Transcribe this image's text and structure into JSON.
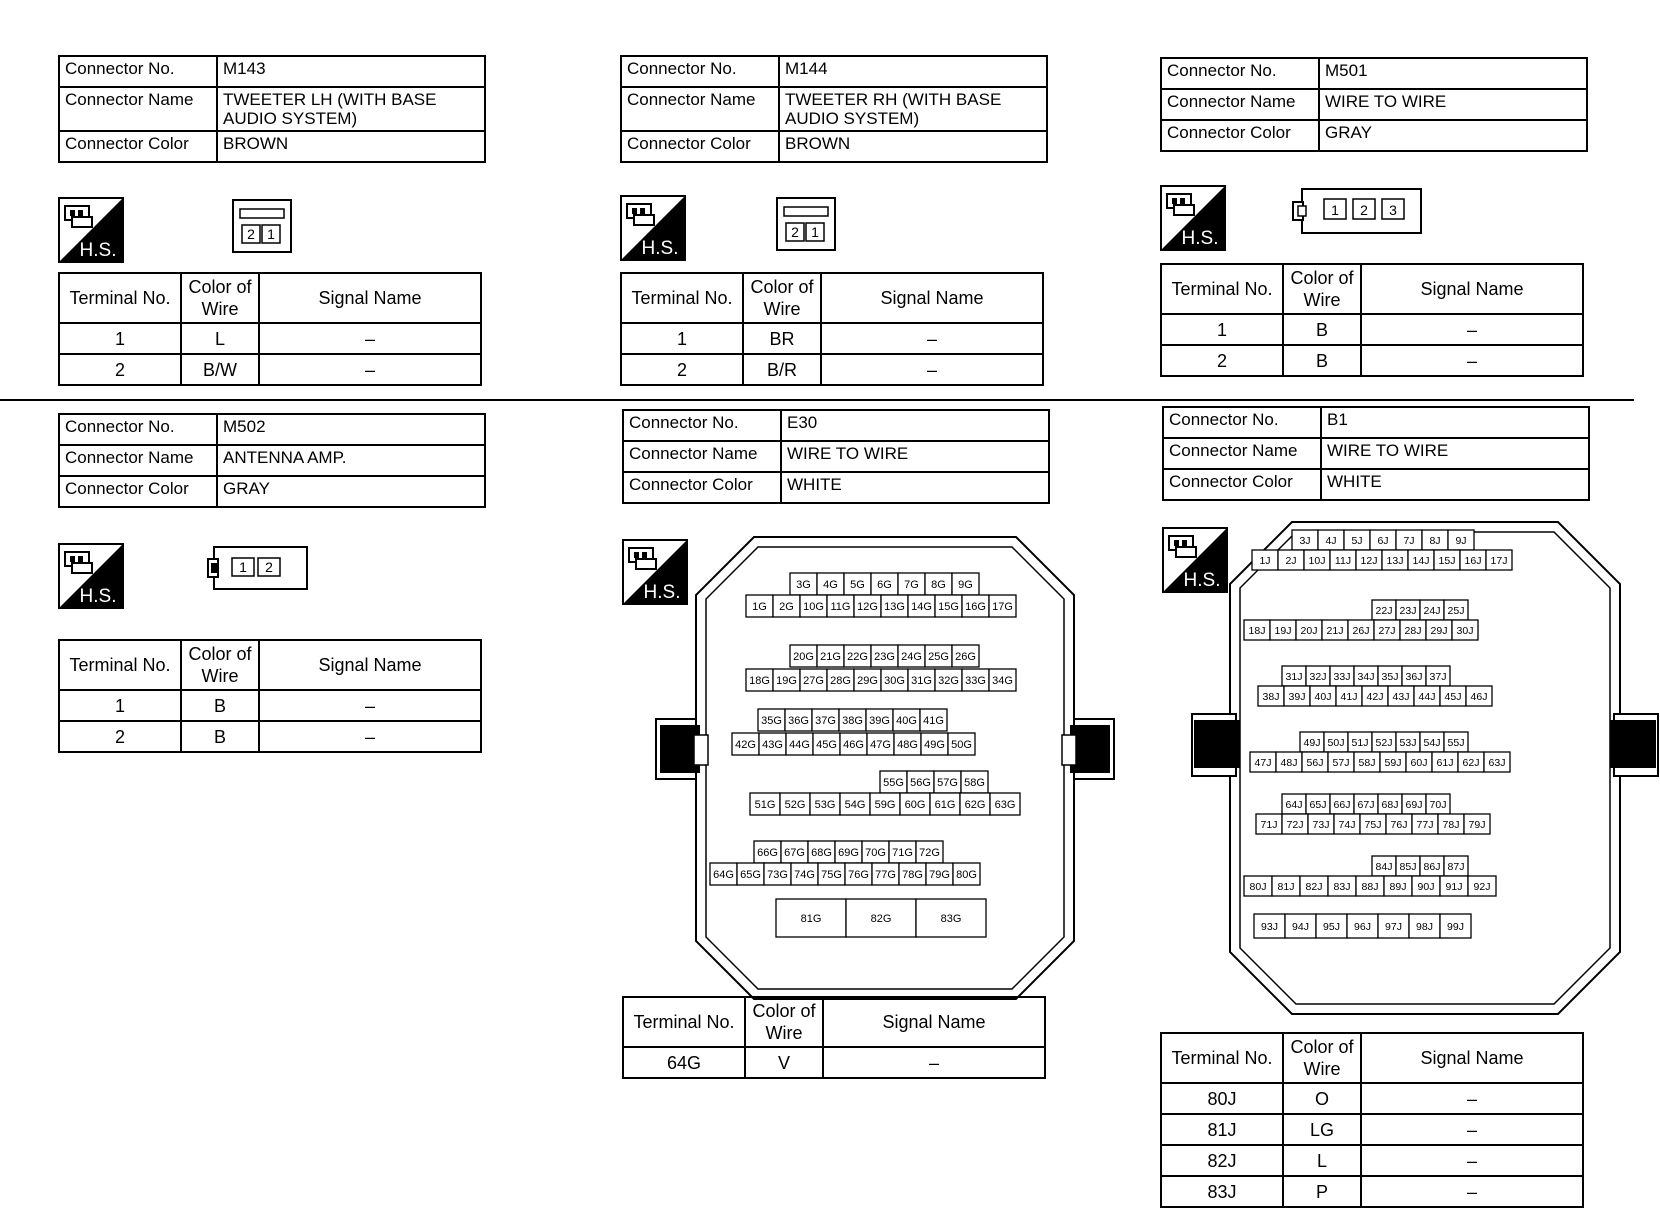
{
  "hs_label": "H.S.",
  "blocks": [
    {
      "id": "m143",
      "info": {
        "connector_no_label": "Connector No.",
        "connector_no": "M143",
        "connector_name_label": "Connector Name",
        "connector_name": "TWEETER LH (WITH BASE AUDIO SYSTEM)",
        "connector_color_label": "Connector Color",
        "connector_color": "BROWN"
      },
      "face_terminals": [
        "2",
        "1"
      ],
      "table": {
        "h_terminal": "Terminal No.",
        "h_color": "Color of Wire",
        "h_signal": "Signal Name",
        "rows": [
          {
            "t": "1",
            "c": "L",
            "s": "–"
          },
          {
            "t": "2",
            "c": "B/W",
            "s": "–"
          }
        ]
      }
    },
    {
      "id": "m144",
      "info": {
        "connector_no_label": "Connector No.",
        "connector_no": "M144",
        "connector_name_label": "Connector Name",
        "connector_name": "TWEETER RH (WITH BASE AUDIO SYSTEM)",
        "connector_color_label": "Connector Color",
        "connector_color": "BROWN"
      },
      "face_terminals": [
        "2",
        "1"
      ],
      "table": {
        "h_terminal": "Terminal No.",
        "h_color": "Color of Wire",
        "h_signal": "Signal Name",
        "rows": [
          {
            "t": "1",
            "c": "BR",
            "s": "–"
          },
          {
            "t": "2",
            "c": "B/R",
            "s": "–"
          }
        ]
      }
    },
    {
      "id": "m501",
      "info": {
        "connector_no_label": "Connector No.",
        "connector_no": "M501",
        "connector_name_label": "Connector Name",
        "connector_name": "WIRE TO WIRE",
        "connector_color_label": "Connector Color",
        "connector_color": "GRAY"
      },
      "face_terminals": [
        "1",
        "2",
        "3"
      ],
      "table": {
        "h_terminal": "Terminal No.",
        "h_color": "Color of Wire",
        "h_signal": "Signal Name",
        "rows": [
          {
            "t": "1",
            "c": "B",
            "s": "–"
          },
          {
            "t": "2",
            "c": "B",
            "s": "–"
          }
        ]
      }
    },
    {
      "id": "m502",
      "info": {
        "connector_no_label": "Connector No.",
        "connector_no": "M502",
        "connector_name_label": "Connector Name",
        "connector_name": "ANTENNA AMP.",
        "connector_color_label": "Connector Color",
        "connector_color": "GRAY"
      },
      "face_terminals": [
        "1",
        "2"
      ],
      "table": {
        "h_terminal": "Terminal No.",
        "h_color": "Color of Wire",
        "h_signal": "Signal Name",
        "rows": [
          {
            "t": "1",
            "c": "B",
            "s": "–"
          },
          {
            "t": "2",
            "c": "B",
            "s": "–"
          }
        ]
      }
    },
    {
      "id": "e30",
      "info": {
        "connector_no_label": "Connector No.",
        "connector_no": "E30",
        "connector_name_label": "Connector Name",
        "connector_name": "WIRE TO WIRE",
        "connector_color_label": "Connector Color",
        "connector_color": "WHITE"
      },
      "face_rows": [
        [
          "3G",
          "4G",
          "5G",
          "6G",
          "7G",
          "8G",
          "9G"
        ],
        [
          "1G",
          "2G",
          "10G",
          "11G",
          "12G",
          "13G",
          "14G",
          "15G",
          "16G",
          "17G"
        ],
        [
          "20G",
          "21G",
          "22G",
          "23G",
          "24G",
          "25G",
          "26G"
        ],
        [
          "18G",
          "19G",
          "27G",
          "28G",
          "29G",
          "30G",
          "31G",
          "32G",
          "33G",
          "34G"
        ],
        [
          "35G",
          "36G",
          "37G",
          "38G",
          "39G",
          "40G",
          "41G"
        ],
        [
          "42G",
          "43G",
          "44G",
          "45G",
          "46G",
          "47G",
          "48G",
          "49G",
          "50G"
        ],
        [
          "55G",
          "56G",
          "57G",
          "58G"
        ],
        [
          "51G",
          "52G",
          "53G",
          "54G",
          "59G",
          "60G",
          "61G",
          "62G",
          "63G"
        ],
        [
          "66G",
          "67G",
          "68G",
          "69G",
          "70G",
          "71G",
          "72G"
        ],
        [
          "64G",
          "65G",
          "73G",
          "74G",
          "75G",
          "76G",
          "77G",
          "78G",
          "79G",
          "80G"
        ],
        [
          "81G",
          "82G",
          "83G"
        ]
      ],
      "table": {
        "h_terminal": "Terminal No.",
        "h_color": "Color of Wire",
        "h_signal": "Signal Name",
        "rows": [
          {
            "t": "64G",
            "c": "V",
            "s": "–"
          }
        ]
      }
    },
    {
      "id": "b1",
      "info": {
        "connector_no_label": "Connector No.",
        "connector_no": "B1",
        "connector_name_label": "Connector Name",
        "connector_name": "WIRE TO WIRE",
        "connector_color_label": "Connector Color",
        "connector_color": "WHITE"
      },
      "face_rows": [
        [
          "3J",
          "4J",
          "5J",
          "6J",
          "7J",
          "8J",
          "9J"
        ],
        [
          "1J",
          "2J",
          "10J",
          "11J",
          "12J",
          "13J",
          "14J",
          "15J",
          "16J",
          "17J"
        ],
        [
          "22J",
          "23J",
          "24J",
          "25J"
        ],
        [
          "18J",
          "19J",
          "20J",
          "21J",
          "26J",
          "27J",
          "28J",
          "29J",
          "30J"
        ],
        [
          "31J",
          "32J",
          "33J",
          "34J",
          "35J",
          "36J",
          "37J"
        ],
        [
          "38J",
          "39J",
          "40J",
          "41J",
          "42J",
          "43J",
          "44J",
          "45J",
          "46J"
        ],
        [
          "49J",
          "50J",
          "51J",
          "52J",
          "53J",
          "54J",
          "55J"
        ],
        [
          "47J",
          "48J",
          "56J",
          "57J",
          "58J",
          "59J",
          "60J",
          "61J",
          "62J",
          "63J"
        ],
        [
          "64J",
          "65J",
          "66J",
          "67J",
          "68J",
          "69J",
          "70J"
        ],
        [
          "71J",
          "72J",
          "73J",
          "74J",
          "75J",
          "76J",
          "77J",
          "78J",
          "79J"
        ],
        [
          "84J",
          "85J",
          "86J",
          "87J"
        ],
        [
          "80J",
          "81J",
          "82J",
          "83J",
          "88J",
          "89J",
          "90J",
          "91J",
          "92J"
        ],
        [
          "93J",
          "94J",
          "95J",
          "96J",
          "97J",
          "98J",
          "99J"
        ]
      ],
      "table": {
        "h_terminal": "Terminal No.",
        "h_color": "Color of Wire",
        "h_signal": "Signal Name",
        "rows": [
          {
            "t": "80J",
            "c": "O",
            "s": "–"
          },
          {
            "t": "81J",
            "c": "LG",
            "s": "–"
          },
          {
            "t": "82J",
            "c": "L",
            "s": "–"
          },
          {
            "t": "83J",
            "c": "P",
            "s": "–"
          }
        ]
      }
    }
  ]
}
